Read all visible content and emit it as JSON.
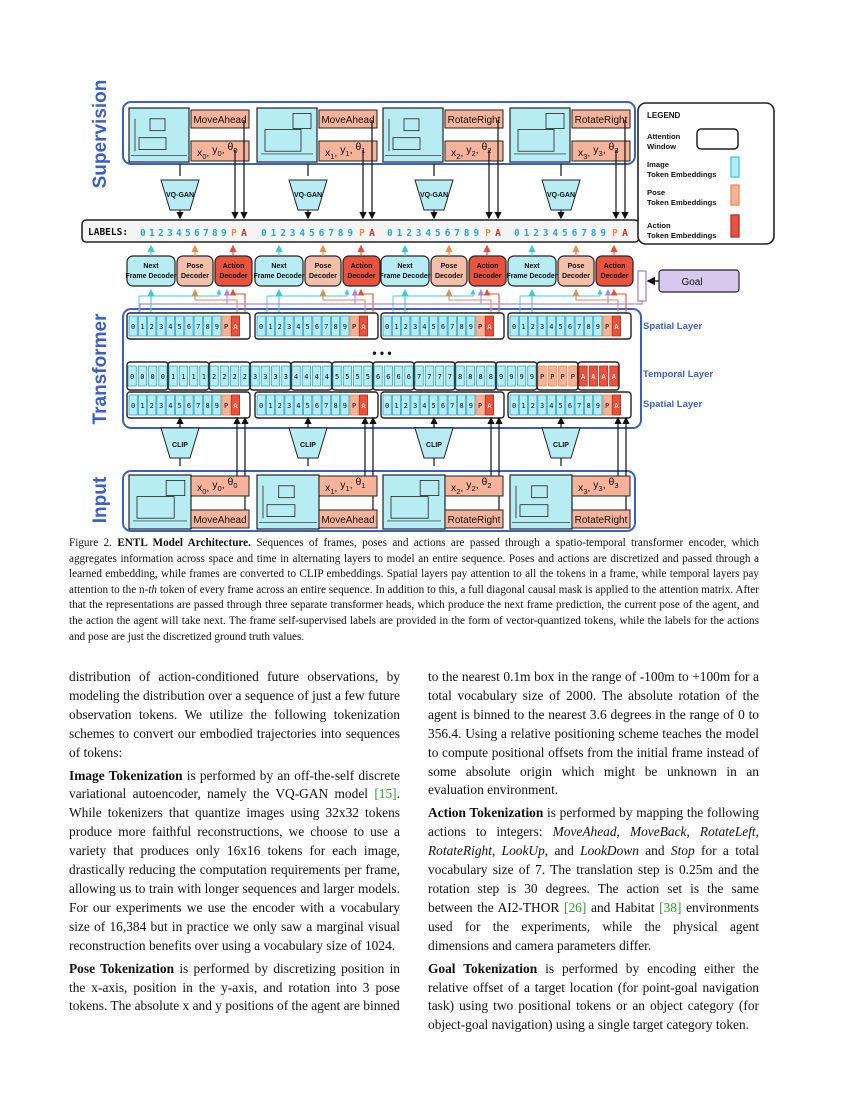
{
  "figure": {
    "section_labels": {
      "supervision": "Supervision",
      "transformer": "Transformer",
      "input": "Input"
    },
    "actions": [
      "MoveAhead",
      "MoveAhead",
      "RotateRight",
      "RotateRight"
    ],
    "poses": [
      {
        "x": "x",
        "xs": "0",
        "y": "y",
        "ys": "0",
        "t": "θ",
        "ts": "0"
      },
      {
        "x": "x",
        "xs": "1",
        "y": "y",
        "ys": "1",
        "t": "θ",
        "ts": "1"
      },
      {
        "x": "x",
        "xs": "2",
        "y": "y",
        "ys": "2",
        "t": "θ",
        "ts": "2"
      },
      {
        "x": "x",
        "xs": "3",
        "y": "y",
        "ys": "3",
        "t": "θ",
        "ts": "3"
      }
    ],
    "vqgan_label": "VQ-GAN",
    "clip_label": "CLIP",
    "labels_prefix": "LABELS:",
    "label_digits": [
      "0",
      "1",
      "2",
      "3",
      "4",
      "5",
      "6",
      "7",
      "8",
      "9"
    ],
    "label_pose": "P",
    "label_action": "A",
    "heads": [
      "Next Frame Decoder",
      "Pose Decoder",
      "Action Decoder"
    ],
    "goal_label": "Goal",
    "layers": {
      "spatial": "Spatial Layer",
      "temporal": "Temporal Layer"
    },
    "temporal_groups": [
      "0",
      "1",
      "2",
      "3",
      "4",
      "5",
      "6",
      "7",
      "8",
      "9",
      "P",
      "A"
    ],
    "ellipsis": "• • •",
    "legend": {
      "title": "LEGEND",
      "items": [
        "Attention Window",
        "Image Token Embeddings",
        "Pose Token Embeddings",
        "Action Token Embeddings"
      ]
    },
    "colors": {
      "blue_frame": "#3a5fc8",
      "cyan": "#40c8e0",
      "cyan_fill": "#b7ecf3",
      "pose_fill": "#f4b39a",
      "action_fill": "#e8533f",
      "head_fill": "#f3bfa9",
      "goal_fill": "#d8c8ef",
      "purple": "#a98be0",
      "orange_line": "#f08a4b",
      "red_line": "#e0503a"
    }
  },
  "caption": {
    "label": "Figure 2.",
    "title": "ENTL Model Architecture.",
    "text_a": "Sequences of frames, poses and actions are passed through a spatio-temporal transformer encoder, which aggregates information across space and time in alternating layers to model an entire sequence. Poses and actions are discretized and passed through a learned embedding, while frames are converted to CLIP embeddings. Spatial layers pay attention to all the tokens in a frame, while temporal layers pay attention to the n-",
    "text_th": "th",
    "text_b": " token of every frame across an entire sequence. In addition to this, a full diagonal causal mask is applied to the attention matrix. After that the representations are passed through three separate transformer heads, which produce the next frame prediction, the current pose of the agent, and the action the agent will take next. The frame self-supervised labels are provided in the form of vector-quantized tokens, while the labels for the actions and pose are just the discretized ground truth values."
  },
  "left_column": {
    "p1": "distribution of action-conditioned future observations, by modeling the distribution over a sequence of just a few future observation tokens. We utilize the following tokenization schemes to convert our embodied trajectories into sequences of tokens:",
    "p2_head": "Image Tokenization",
    "p2_a": " is performed by an off-the-self discrete variational autoencoder, namely the VQ-GAN model ",
    "p2_cite": "[15]",
    "p2_b": ". While tokenizers that quantize images using 32x32 tokens produce more faithful reconstructions, we choose to use a variety that produces only 16x16 tokens for each image, drastically reducing the computation requirements per frame, allowing us to train with longer sequences and larger models. For our experiments we use the encoder with a vocabulary size of 16,384 but in practice we only saw a marginal visual reconstruction benefits over using a vocabulary size of 1024.",
    "p3_head": "Pose Tokenization",
    "p3": " is performed by discretizing position in the x-axis, position in the y-axis, and rotation into 3 pose tokens. The absolute x and y positions of the agent are binned"
  },
  "right_column": {
    "p1": "to the nearest 0.1m box in the range of -100m to +100m for a total vocabulary size of 2000. The absolute rotation of the agent is binned to the nearest 3.6 degrees in the range of 0 to 356.4. Using a relative positioning scheme teaches the model to compute positional offsets from the initial frame instead of some absolute origin which might be unknown in an evaluation environment.",
    "p2_head": "Action Tokenization",
    "p2_a": " is performed by mapping the following actions to integers: ",
    "a1": "MoveAhead",
    "a2": "MoveBack",
    "a3": "RotateLeft",
    "a4": "RotateRight",
    "a5": "LookUp",
    "a6": "LookDown",
    "a7": "Stop",
    "p2_b": " for a total vocabulary size of 7. The translation step is 0.25m and the rotation step is 30 degrees. The action set is the same between the AI2-THOR ",
    "cite1": "[26]",
    "p2_c": " and Habitat ",
    "cite2": "[38]",
    "p2_d": " environments used for the experiments, while the physical agent dimensions and camera parameters differ.",
    "p3_head": "Goal Tokenization",
    "p3": " is performed by encoding either the relative offset of a target location (for point-goal navigation task) using two positional tokens or an object category (for object-goal navigation) using a single target category token."
  }
}
